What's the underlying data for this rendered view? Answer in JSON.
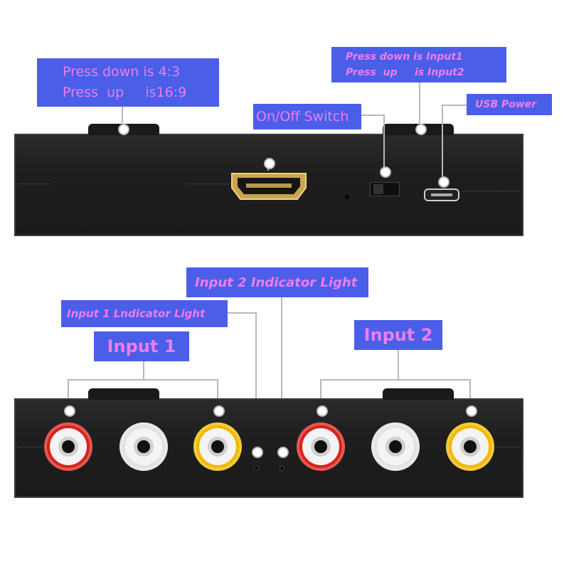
{
  "top_view": {
    "aspect_label": {
      "line1": "Press down is 4:3",
      "line2": "Press  up     is16:9"
    },
    "input_select_label": {
      "line1": "Press down is Input1",
      "line2": "Press  up     is Input2"
    },
    "power_switch_label": "On/Off Switch",
    "usb_label": "USB Power"
  },
  "bottom_view": {
    "input2_indicator_label": "Input 2 Indicator Light",
    "input1_indicator_label": "Input 1 Lndicator Light",
    "input1_label": "Input 1",
    "input2_label": "Input 2",
    "jacks": [
      {
        "name": "input1-red-jack",
        "color": "#d8221b"
      },
      {
        "name": "input1-white-jack",
        "color": "#e2e2e2"
      },
      {
        "name": "input1-yellow-jack",
        "color": "#f1b900"
      },
      {
        "name": "input2-red-jack",
        "color": "#d8221b"
      },
      {
        "name": "input2-white-jack",
        "color": "#e2e2e2"
      },
      {
        "name": "input2-yellow-jack",
        "color": "#f1b900"
      }
    ]
  },
  "colors": {
    "label_bg": "#4a5ee8",
    "label_text": "#f07cf0",
    "device": "#1e1e1e"
  }
}
